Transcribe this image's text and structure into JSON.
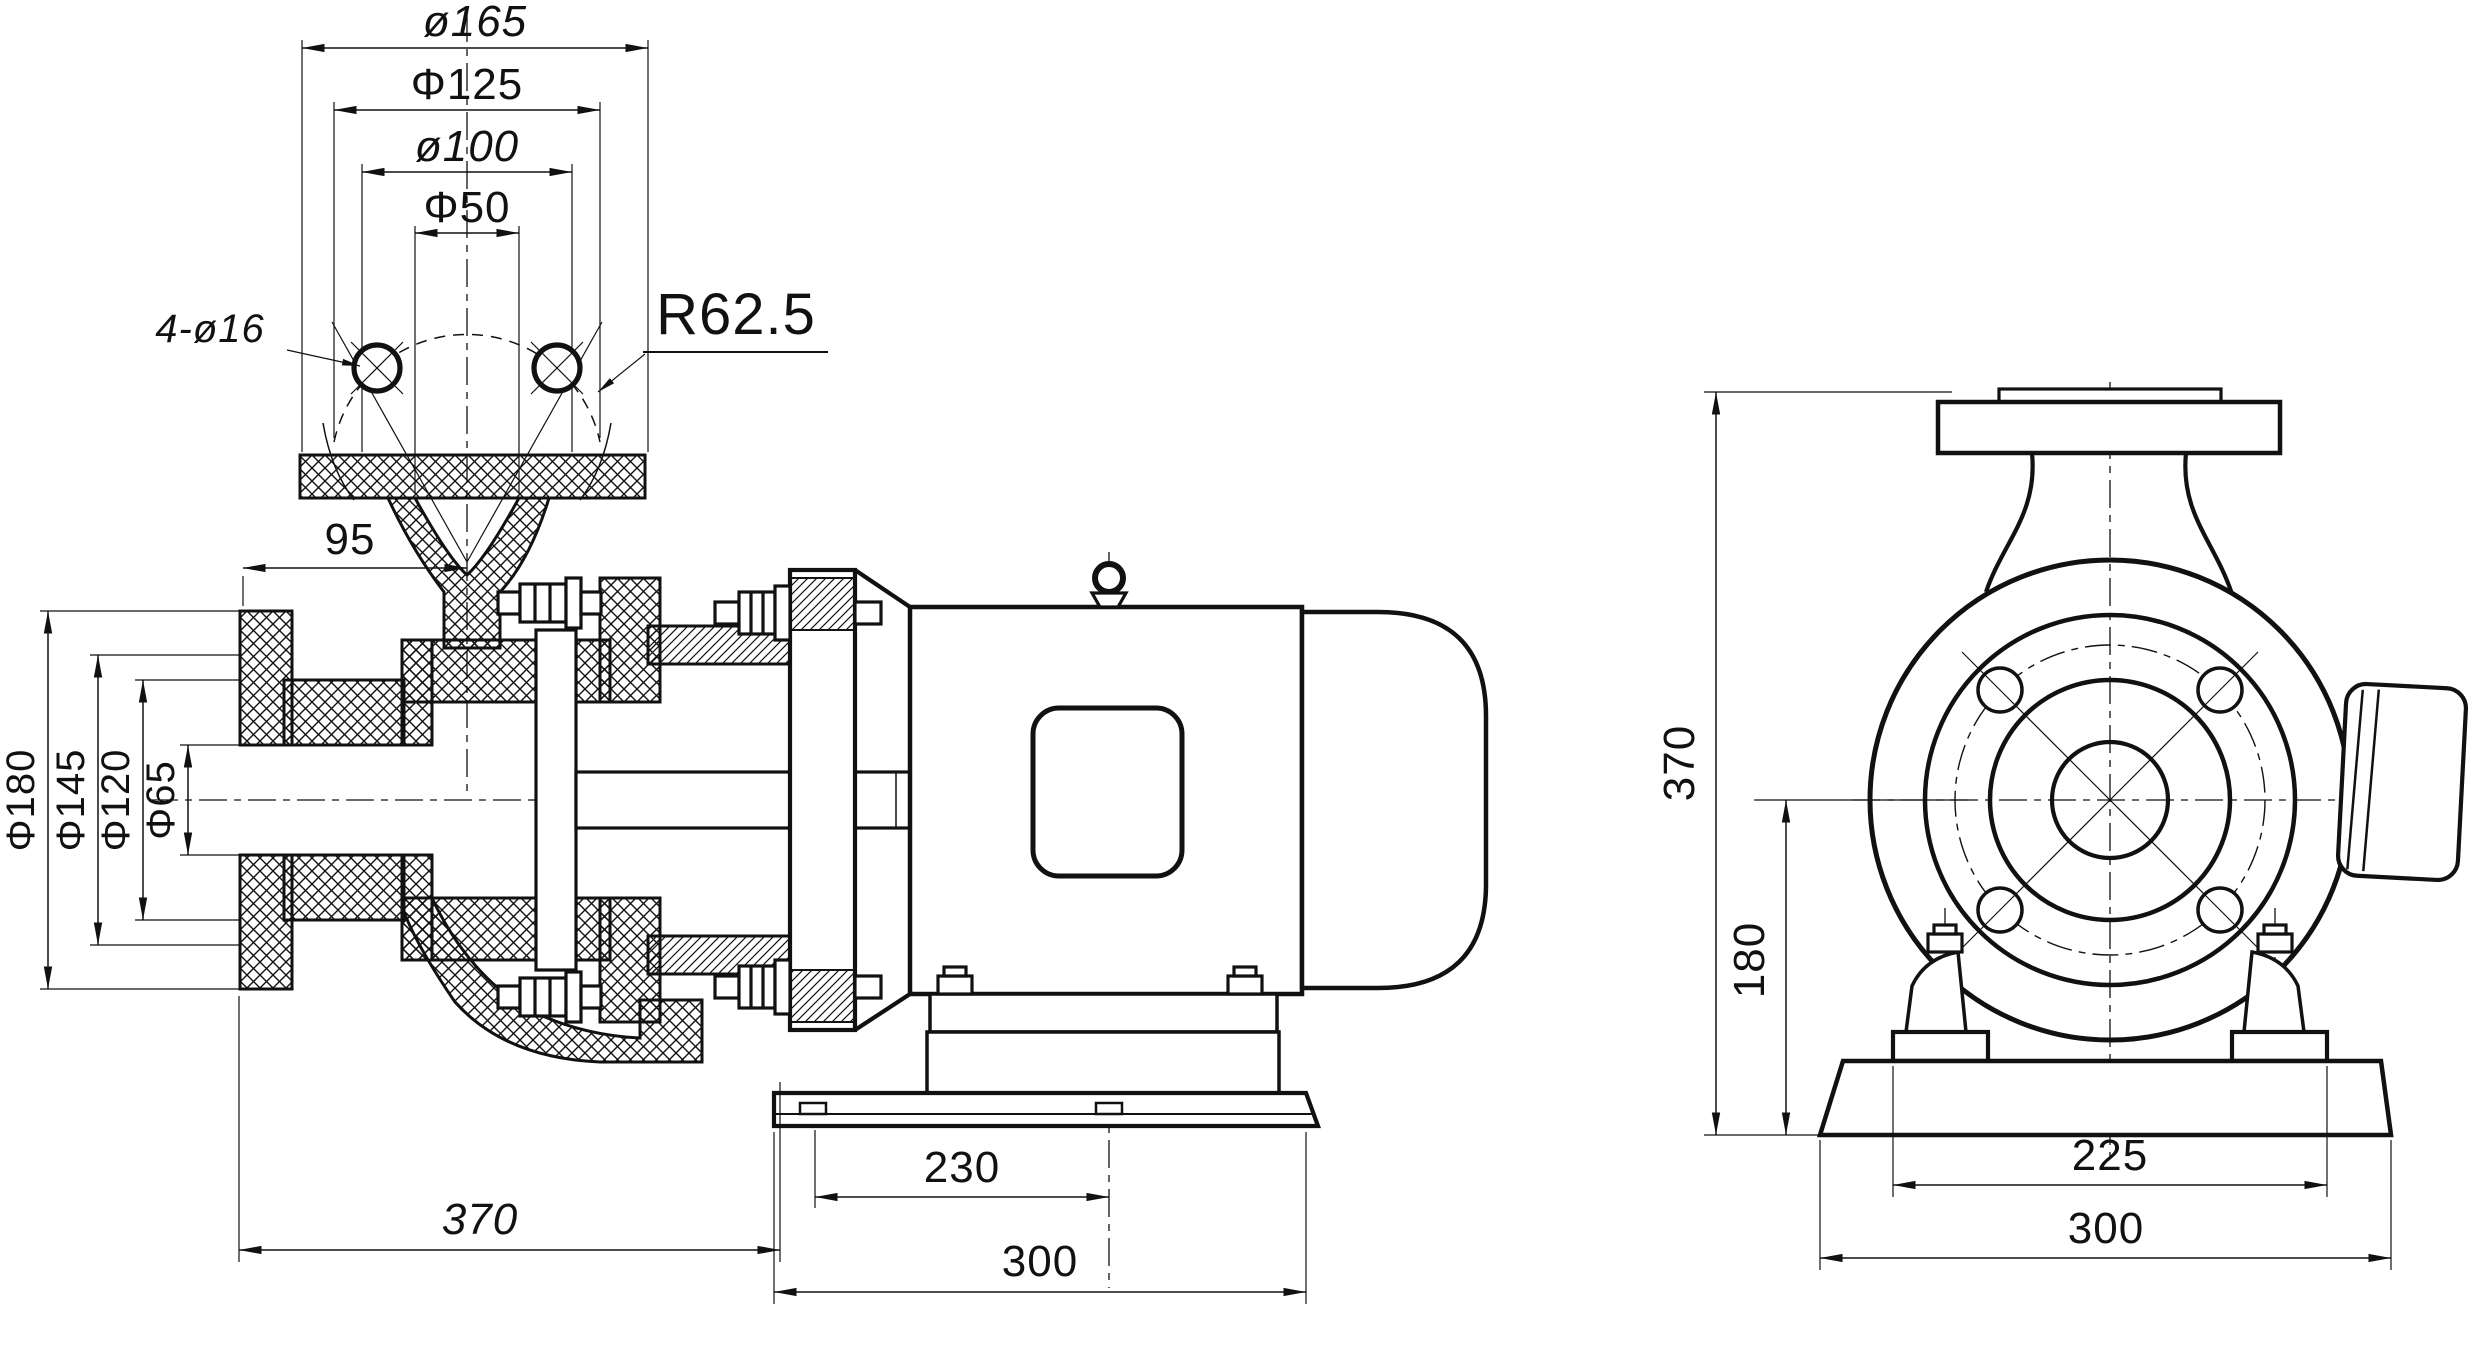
{
  "section_view": {
    "dims": {
      "discharge_flange_od": "ø165",
      "discharge_bolt_circle": "Φ125",
      "discharge_raised_face": "ø100",
      "discharge_port": "Φ50",
      "flange_bolt_holes": "4-ø16",
      "volute_radius": "R62.5",
      "branch_offset": "95",
      "suction_flange_od": "Φ180",
      "suction_bolt_circle": "Φ145",
      "suction_raised_face": "Φ120",
      "suction_bore": "Φ65",
      "overall_length": "370",
      "motor_axis_offset": "230",
      "base_length": "300"
    }
  },
  "end_view": {
    "dims": {
      "overall_height": "370",
      "shaft_axis_height": "180",
      "foot_span": "225",
      "base_width": "300"
    }
  }
}
